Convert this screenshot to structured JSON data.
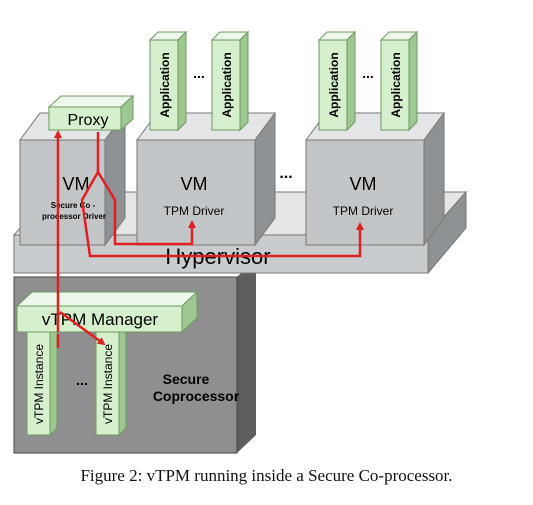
{
  "labels": {
    "proxy": "Proxy",
    "vm": "VM",
    "secure_coproc_driver_line1": "Secure Co  -",
    "secure_coproc_driver_line2": "processor Driver",
    "tpm_driver": "TPM Driver",
    "application": "Application",
    "ellipsis": "...",
    "hypervisor": "Hypervisor",
    "vtpm_manager": "vTPM Manager",
    "vtpm_instance": "vTPM Instance",
    "secure_coprocessor_line1": "Secure",
    "secure_coprocessor_line2": "Coprocessor"
  },
  "caption": "Figure 2: vTPM running inside a Secure Co-processor.",
  "colors": {
    "vm_box": "#c3c6c9",
    "vm_top": "#e3e5e6",
    "hypervisor_front": "#c9ccce",
    "coprocessor": "#8f8f8f",
    "green_face": "#d6efcd",
    "green_side": "#9fc792",
    "arrow": "#e02020"
  }
}
